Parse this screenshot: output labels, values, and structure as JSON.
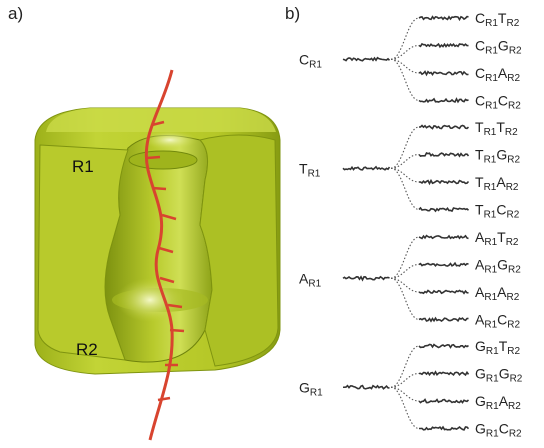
{
  "panel_a": {
    "label": "a)",
    "region_labels": [
      "R1",
      "R2"
    ],
    "colors": {
      "pore": "#b2c423",
      "pore_dark": "#7f9410",
      "pore_light": "#d8e46a",
      "strand": "#d8442f"
    }
  },
  "panel_b": {
    "label": "b)",
    "sub": "R1",
    "sub2": "R2",
    "groups": [
      {
        "base": "C",
        "children": [
          "T",
          "G",
          "A",
          "C"
        ]
      },
      {
        "base": "T",
        "children": [
          "T",
          "G",
          "A",
          "C"
        ]
      },
      {
        "base": "A",
        "children": [
          "T",
          "G",
          "A",
          "C"
        ]
      },
      {
        "base": "G",
        "children": [
          "T",
          "G",
          "A",
          "C"
        ]
      }
    ],
    "colors": {
      "trace": "#333333",
      "connector": "#555555"
    }
  }
}
